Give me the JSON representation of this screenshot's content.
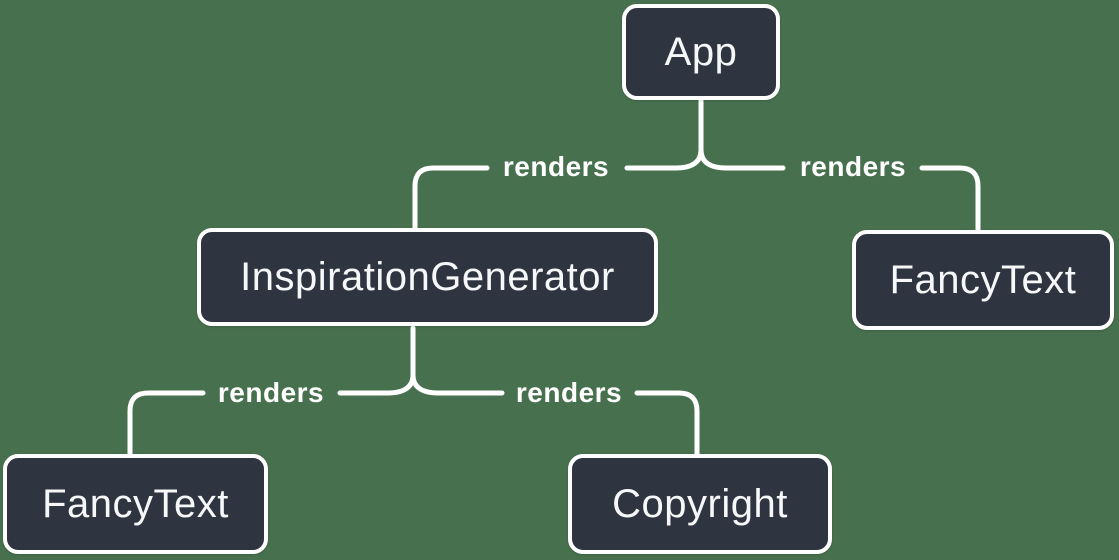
{
  "diagram": {
    "type": "render-tree",
    "background_color": "#47704E",
    "node_fill_color": "#2E3440",
    "node_border_color": "#FFFFFF",
    "node_text_color": "#F6F7F9",
    "edge_line_color": "#FFFFFF",
    "nodes": [
      {
        "id": "app",
        "label": "App"
      },
      {
        "id": "inspiration-generator",
        "label": "InspirationGenerator"
      },
      {
        "id": "fancy-text-top-right",
        "label": "FancyText"
      },
      {
        "id": "fancy-text-bottom-left",
        "label": "FancyText"
      },
      {
        "id": "copyright",
        "label": "Copyright"
      }
    ],
    "edges": [
      {
        "from": "App",
        "to": "InspirationGenerator",
        "label": "renders"
      },
      {
        "from": "App",
        "to": "FancyText",
        "label": "renders"
      },
      {
        "from": "InspirationGenerator",
        "to": "FancyText",
        "label": "renders"
      },
      {
        "from": "InspirationGenerator",
        "to": "Copyright",
        "label": "renders"
      }
    ]
  }
}
